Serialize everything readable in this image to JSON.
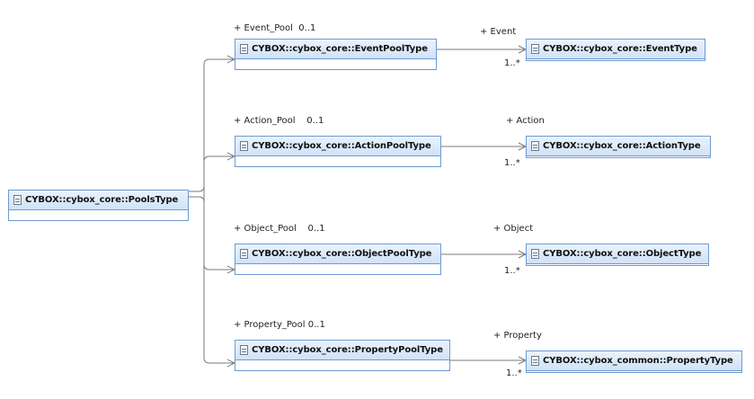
{
  "root": {
    "name": "CYBOX::cybox_core::PoolsType"
  },
  "rows": [
    {
      "pool_label": "+ Event_Pool  0..1",
      "pool_type": "CYBOX::cybox_core::EventPoolType",
      "member_label": "+ Event",
      "multiplicity": "1..*",
      "member_type": "CYBOX::cybox_core::EventType"
    },
    {
      "pool_label": "+ Action_Pool    0..1",
      "pool_type": "CYBOX::cybox_core::ActionPoolType",
      "member_label": "+ Action",
      "multiplicity": "1..*",
      "member_type": "CYBOX::cybox_core::ActionType"
    },
    {
      "pool_label": "+ Object_Pool    0..1",
      "pool_type": "CYBOX::cybox_core::ObjectPoolType",
      "member_label": "+ Object",
      "multiplicity": "1..*",
      "member_type": "CYBOX::cybox_core::ObjectType"
    },
    {
      "pool_label": "+ Property_Pool 0..1",
      "pool_type": "CYBOX::cybox_core::PropertyPoolType",
      "member_label": "+ Property",
      "multiplicity": "1..*",
      "member_type": "CYBOX::cybox_common::PropertyType"
    }
  ]
}
